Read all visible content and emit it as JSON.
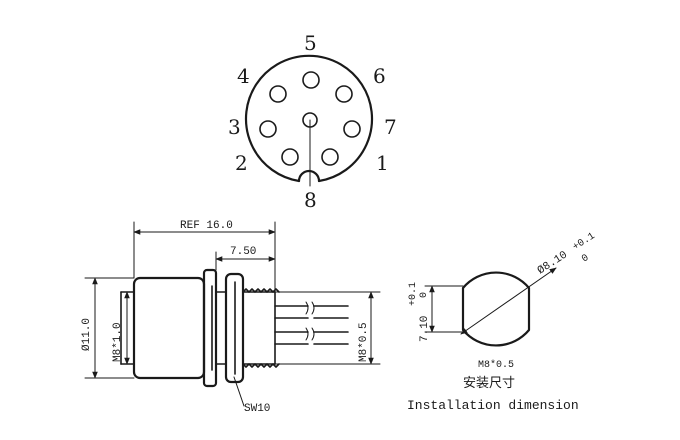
{
  "pin_face": {
    "pin_labels": [
      "1",
      "2",
      "3",
      "4",
      "5",
      "6",
      "7",
      "8"
    ]
  },
  "side_view": {
    "ref_length": "REF 16.0",
    "thread_length": "7.50",
    "body_diameter": "Ø11.0",
    "front_thread": "M8*1.0",
    "rear_thread": "M8*0.5",
    "wrench_size": "SW10"
  },
  "installation": {
    "cutout_diameter": "Ø8.10",
    "cutout_diameter_tol_upper": "+0.1",
    "cutout_diameter_tol_lower": "0",
    "flat_width": "7.10",
    "flat_width_tol_upper": "+0.1",
    "flat_width_tol_lower": "0",
    "thread_label": "M8*0.5",
    "caption_cn": "安装尺寸",
    "caption_en": "Installation dimension"
  }
}
